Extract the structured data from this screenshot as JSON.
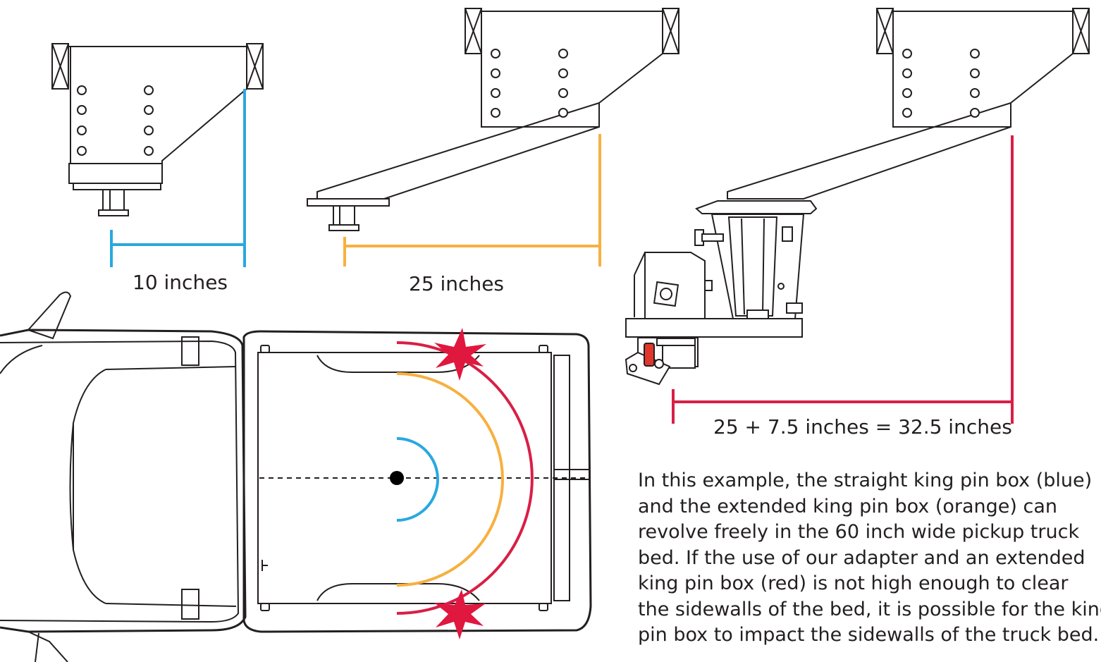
{
  "labels": {
    "straight": "10 inches",
    "extended": "25 inches",
    "adapter": "25 + 7.5 inches = 32.5 inches"
  },
  "description": {
    "lines": [
      "In this example, the straight king pin box (blue)",
      "and the extended king pin box (orange) can",
      "revolve freely in the 60 inch wide pickup truck",
      "bed.  If the use of our adapter and an extended",
      "king pin box (red) is not high enough to clear",
      "the sidewalls of the bed, it is possible for the king",
      "pin box to impact the sidewalls of the truck bed."
    ]
  },
  "colors": {
    "straight": "#29a8e0",
    "extended": "#f7b03f",
    "adapter": "#d81f46",
    "adapter_handle": "#e0362b",
    "line": "#231f20"
  }
}
